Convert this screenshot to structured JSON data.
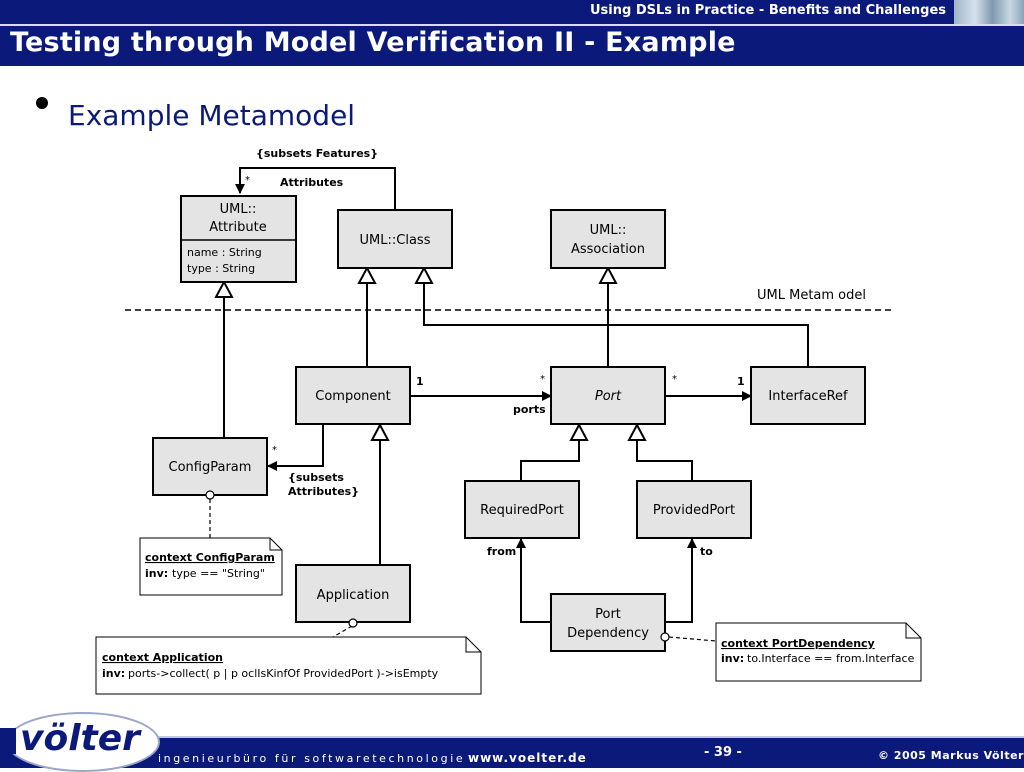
{
  "header": {
    "subtitle": "Using DSLs in Practice - Benefits and Challenges",
    "title": "Testing through Model Verification II - Example"
  },
  "bullet": {
    "text": "Example Metamodel"
  },
  "diagram": {
    "boundary_label": "UML Metam odel",
    "classes": {
      "uml_attribute": {
        "line1": "UML::",
        "line2": "Attribute",
        "attr1": "name : String",
        "attr2": "type : String"
      },
      "uml_class": {
        "label": "UML::Class"
      },
      "uml_association": {
        "line1": "UML::",
        "line2": "Association"
      },
      "component": {
        "label": "Component"
      },
      "port": {
        "label": "Port"
      },
      "interface_ref": {
        "label": "InterfaceRef"
      },
      "config_param": {
        "label": "ConfigParam"
      },
      "required_port": {
        "label": "RequiredPort"
      },
      "provided_port": {
        "label": "ProvidedPort"
      },
      "application": {
        "label": "Application"
      },
      "port_dependency": {
        "line1": "Port",
        "line2": "Dependency"
      }
    },
    "edge_labels": {
      "subsets_features": "{subsets Features}",
      "attributes": "Attributes",
      "attributes_star": "*",
      "comp_port_one": "1",
      "comp_port_star": "*",
      "ports": "ports",
      "port_iface_star": "*",
      "port_iface_one": "1",
      "config_star": "*",
      "subsets_attributes_1": "{subsets",
      "subsets_attributes_2": "Attributes}",
      "from": "from",
      "to": "to"
    },
    "notes": {
      "config_param": {
        "context": "context ConfigParam",
        "inv_kw": "inv:",
        "inv": "type == \"String\""
      },
      "application": {
        "context": "context Application",
        "inv_kw": "inv:",
        "inv": "ports->collect( p | p oclIsKinfOf ProvidedPort )->isEmpty"
      },
      "port_dependency": {
        "context": "context PortDependency",
        "inv_kw": "inv:",
        "inv": "to.Interface == from.Interface"
      }
    }
  },
  "footer": {
    "logo": "völter",
    "tagline": "ingenieurbüro für softwaretechnologie",
    "url": "www.voelter.de",
    "page": "- 39 -",
    "copyright": "© 2005  Markus Völter"
  },
  "colors": {
    "header_bg": "#0b1a7a",
    "class_fill": "#e4e4e4",
    "note_fill": "#ffffff"
  }
}
